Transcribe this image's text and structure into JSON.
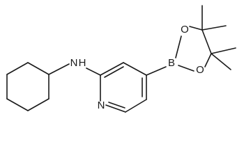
{
  "molecule": {
    "atoms": {
      "amine_nh": "N",
      "amine_h": "H",
      "pyridine_n": "N",
      "boron": "B",
      "oxygen_top": "O",
      "oxygen_bottom": "O"
    }
  }
}
